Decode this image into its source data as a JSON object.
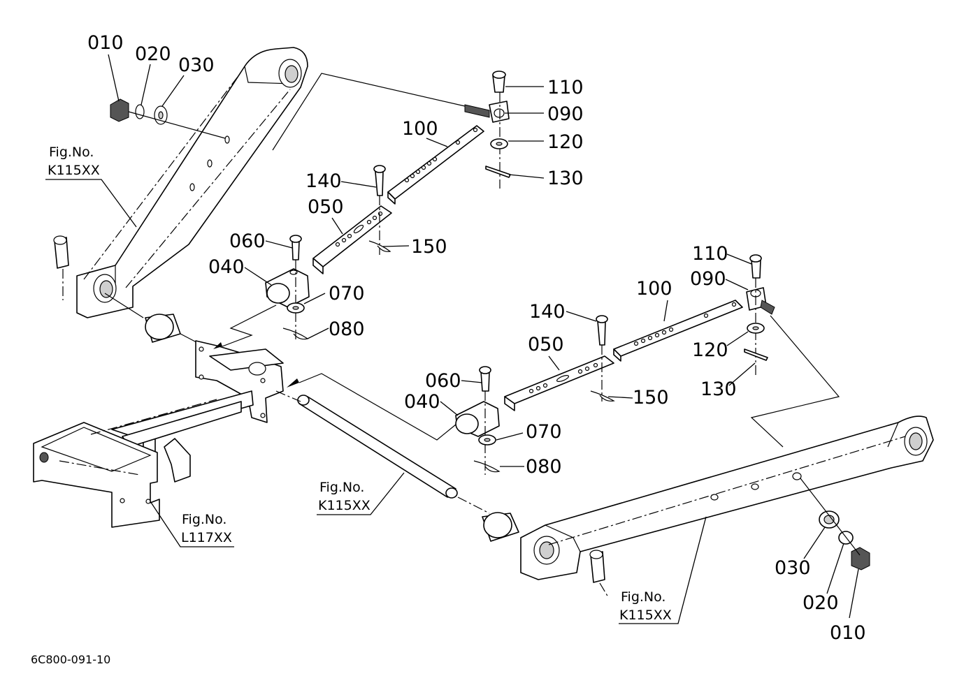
{
  "diagram": {
    "drawing_code": "6C800-091-10",
    "figure_refs": {
      "upper_left_arm": [
        "Fig.No.",
        "K115XX"
      ],
      "cross_shaft": [
        "Fig.No.",
        "K115XX"
      ],
      "lower_right_arm": [
        "Fig.No.",
        "K115XX"
      ],
      "drawbar_frame": [
        "Fig.No.",
        "L117XX"
      ]
    },
    "left_assembly": {
      "p010": "010",
      "p020": "020",
      "p030": "030",
      "p040": "040",
      "p050": "050",
      "p060": "060",
      "p070": "070",
      "p080": "080",
      "p090": "090",
      "p100": "100",
      "p110": "110",
      "p120": "120",
      "p130": "130",
      "p140": "140",
      "p150": "150"
    },
    "right_assembly": {
      "p010": "010",
      "p020": "020",
      "p030": "030",
      "p040": "040",
      "p050": "050",
      "p060": "060",
      "p070": "070",
      "p080": "080",
      "p090": "090",
      "p100": "100",
      "p110": "110",
      "p120": "120",
      "p130": "130",
      "p140": "140",
      "p150": "150"
    }
  }
}
